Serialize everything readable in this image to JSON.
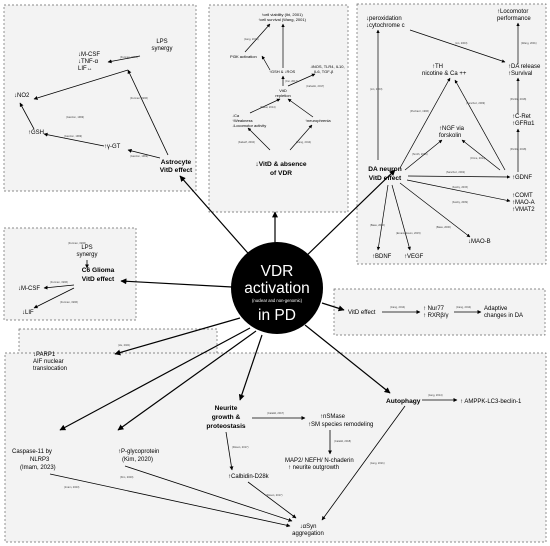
{
  "center": {
    "line1": "VDR",
    "line2": "activation",
    "line3": "(nuclear and non-genomic)",
    "line4": "in PD"
  },
  "astrocyte": {
    "title1": "Astrocyte",
    "title2": "VitD effect",
    "lps": [
      "LPS",
      "synergy"
    ],
    "mcsf": [
      "↓M-CSF",
      "↓TNF-α",
      "LIF↔"
    ],
    "no2": "↓NO2",
    "gsh": "↑GSH",
    "ygt": "↑γ-GT",
    "cites": [
      "(Furman, 1996)",
      "(Furman, 1996)",
      "(Garcion, 1999)",
      "(Garcion, 1999)",
      "(Garcion, 1999)"
    ]
  },
  "vitd_absence": {
    "title1": "↓VitD & absence",
    "title2": "of VDR",
    "top": [
      "↑cell viability (Ibi, 2001)",
      "↑cell survival (Wang, 2001)"
    ],
    "pi3k": "PI3K activation",
    "gsh_ros": "↑GSH & ↓ROS",
    "inos": [
      "↓iNOS, TLR4, IL10,",
      "IL6, TGF-β"
    ],
    "vitd_rep": [
      "VitD",
      "repletion"
    ],
    "ca": [
      "↓Ca",
      "↑Weakness",
      "↓Locomotor activity"
    ],
    "neuro": "↑neurophrenia",
    "cites": [
      "(Jang, 2015)",
      "(Calvello, 2017)",
      "(Cui, 2017)",
      "(Kalueff, 2004)",
      "(Jiang, 2014)",
      "(Nakai, 2014)"
    ]
  },
  "da_neuron": {
    "title1": "DA neuron",
    "title2": "VitD effect",
    "perox": [
      "↓peroxidation",
      "↓cytochrome c"
    ],
    "locomotor": [
      "↑Locomotor",
      "performance"
    ],
    "th": [
      "↑TH",
      "nicotine & Ca ++"
    ],
    "da_release": [
      "↑DA release",
      "↑Survival"
    ],
    "cret": [
      "↑C-Ret",
      "↑GFRα1"
    ],
    "ngf": [
      "↑NGF via",
      "forskolin"
    ],
    "gdnf": "↑GDNF",
    "comt": [
      "↑COMT",
      "↑MAO-A",
      "↑VMAT2"
    ],
    "maob": "↓MAO-B",
    "bdnf": "↑BDNF",
    "vegf": "↑VEGF",
    "cites": [
      "(Lin, 2003)",
      "(Lin, 2003)",
      "(Wang, 2001)",
      "(Puchacz, 1996)",
      "(Sanchez, 2009)",
      "(Pertile, 2018)",
      "(Pertile, 2018)",
      "(Smith, 2006)",
      "(Orme, 2013)",
      "(Sanchez, 2002)",
      "(Kesby, 2015)",
      "(Kesby, 2009)",
      "(Baas, 2000)",
      "(Emanuelsson, 2015)",
      "(Baas, 2000)"
    ]
  },
  "c6": {
    "title1": "C6 Glioma",
    "title2": "VitD effect",
    "lps": [
      "LPS",
      "synergy"
    ],
    "mcsf": "↓M-CSF",
    "lif": "↓LIF",
    "cites": [
      "(Furman, 1996)",
      "(Furman, 1996)",
      "(Furman, 1996)"
    ]
  },
  "nur77": {
    "vitd": "VitD effect",
    "nur": [
      "↑ Nur77",
      "↑ RXRβ/γ"
    ],
    "adaptive": [
      "Adaptive",
      "changes in DA"
    ],
    "cites": [
      "(Jiang, 2014)",
      "(Jiang, 2014)"
    ]
  },
  "parp": {
    "lines": [
      "↓PARP1",
      "AIF nuclear",
      "translocation"
    ],
    "cite": "(Hu, 2021)"
  },
  "bottom": {
    "neurite": [
      "Neurite",
      "growth &",
      "proteostasis"
    ],
    "smase": [
      "↑nSMase",
      "↑SM species remodeling"
    ],
    "map2": [
      "MAP2/ NEFH/ N-chaderin",
      "↑ neurite outgrowth"
    ],
    "calbindin": "↑Calbidin-D28k",
    "autophagy": "Autophagy",
    "ampk": "↑ AMPPK-LC3-beclin-1",
    "caspase": [
      "Caspase-11 by",
      "NLRP3",
      "(Imam, 2023)"
    ],
    "pgp": [
      "↑P-glycoprotein",
      "(Kim, 2020)"
    ],
    "asyn": [
      "↓αSyn",
      "aggregation"
    ],
    "cites": [
      "(Cataldi, 2017)",
      "(Cataldi, 2018)",
      "(Rosen, 2017)",
      "(Rosen, 2017)",
      "(Jang, 2014)",
      "(Jang, 2021)",
      "(Kim, 2020)",
      "(Imam, 2023)"
    ]
  }
}
